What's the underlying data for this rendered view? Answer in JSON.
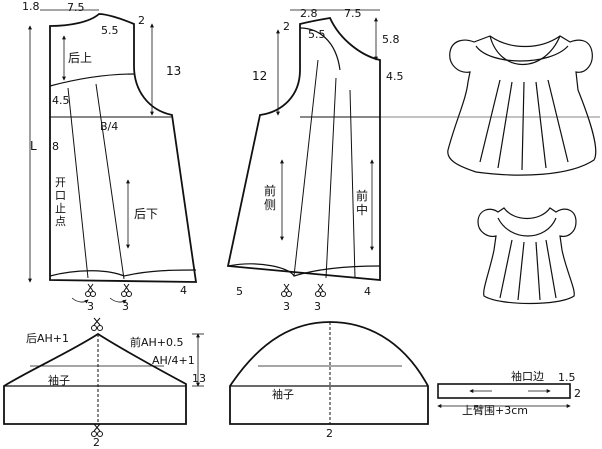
{
  "back_bodice": {
    "dims": {
      "shoulder_offset": "1.8",
      "neck_width": "7.5",
      "neck_drop": "2",
      "shoulder_drop": "5.5",
      "armhole_depth": "13",
      "waist_in": "4.5",
      "length_label": "L",
      "opening": "8",
      "bust_label": "B/4",
      "hem_out": "4",
      "fold_spread": "3"
    },
    "labels": {
      "yoke": "后上",
      "lower": "后下",
      "opening_note": [
        "开",
        "口",
        "止",
        "点"
      ]
    }
  },
  "front_bodice": {
    "dims": {
      "neck_width_a": "2.8",
      "neck_width_b": "7.5",
      "neck_drop": "2",
      "shoulder_drop": "5.5",
      "neck_depth": "5.8",
      "armhole_depth": "12",
      "yoke_offset": "4.5",
      "hem_out_left": "5",
      "hem_out_right": "4",
      "fold_spread": "3"
    },
    "labels": {
      "side": [
        "前",
        "侧"
      ],
      "center": [
        "前",
        "中"
      ]
    }
  },
  "sleeve_left": {
    "labels": {
      "back_ah": "后AH+1",
      "front_ah": "前AH+0.5",
      "ah_formula": "AH/4+1",
      "sleeve": "袖子",
      "height": "13",
      "bottom": "2"
    }
  },
  "sleeve_mid": {
    "labels": {
      "sleeve": "袖子",
      "bottom": "2"
    }
  },
  "cuff": {
    "labels": {
      "title": "袖口边",
      "width_label": "上臂围+3cm",
      "seam": "1.5",
      "height": "2"
    }
  },
  "icons": [
    "scissors-icon"
  ]
}
